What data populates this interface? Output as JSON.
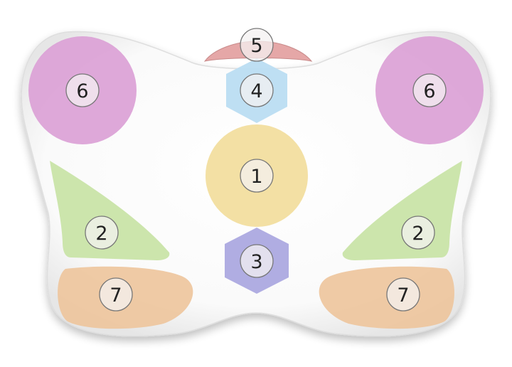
{
  "zones": [
    {
      "id": "top-ridge",
      "label": "5",
      "color": "#e3a0a0"
    },
    {
      "id": "neck-hexagon",
      "label": "4",
      "color": "#b8dcf2"
    },
    {
      "id": "center-circle",
      "label": "1",
      "color": "#f2dd9c"
    },
    {
      "id": "lower-hexagon",
      "label": "3",
      "color": "#a9a6e0"
    },
    {
      "id": "left-shoulder",
      "label": "6",
      "color": "#dba1d6"
    },
    {
      "id": "right-shoulder",
      "label": "6",
      "color": "#dba1d6"
    },
    {
      "id": "left-wedge",
      "label": "2",
      "color": "#c8e3a5"
    },
    {
      "id": "right-wedge",
      "label": "2",
      "color": "#c8e3a5"
    },
    {
      "id": "left-lower-pad",
      "label": "7",
      "color": "#eec59d"
    },
    {
      "id": "right-lower-pad",
      "label": "7",
      "color": "#eec59d"
    }
  ],
  "colors": {
    "pillow": "#ffffff",
    "pillow_shade": "#e9e9e9",
    "badge_fill": "#f4f2f2",
    "badge_stroke": "#777777"
  }
}
